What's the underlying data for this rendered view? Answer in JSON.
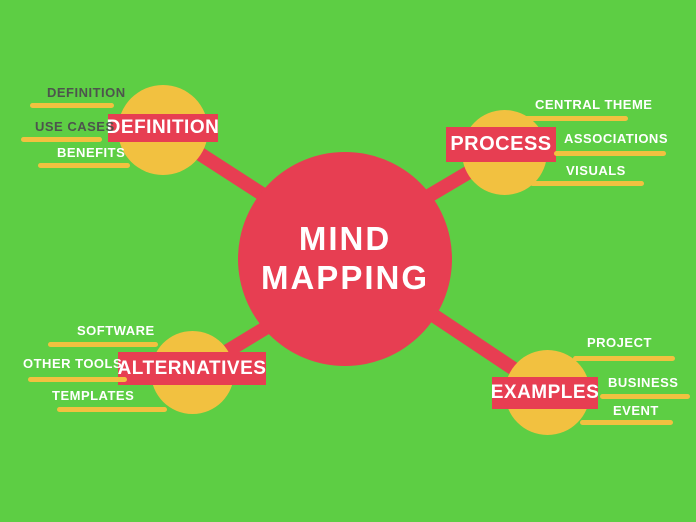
{
  "title": {
    "text": "MIND MAPPING",
    "line1": "MIND",
    "line2": "MAPPING"
  },
  "colors": {
    "background": "#5dce44",
    "accent_red": "#e73e52",
    "accent_yellow": "#f2c140",
    "dark_label_text": "#4d544d",
    "light_label_text": "#ffffff"
  },
  "branches": [
    {
      "label": "DEFINITION",
      "position": "top-left",
      "items": [
        "DEFINITION",
        "USE CASES",
        "BENEFITS"
      ]
    },
    {
      "label": "PROCESS",
      "position": "top-right",
      "items": [
        "CENTRAL THEME",
        "ASSOCIATIONS",
        "VISUALS"
      ]
    },
    {
      "label": "ALTERNATIVES",
      "position": "bottom-left",
      "items": [
        "SOFTWARE",
        "OTHER TOOLS",
        "TEMPLATES"
      ]
    },
    {
      "label": "EXAMPLES",
      "position": "bottom-right",
      "items": [
        "PROJECT",
        "BUSINESS",
        "EVENT"
      ]
    }
  ]
}
